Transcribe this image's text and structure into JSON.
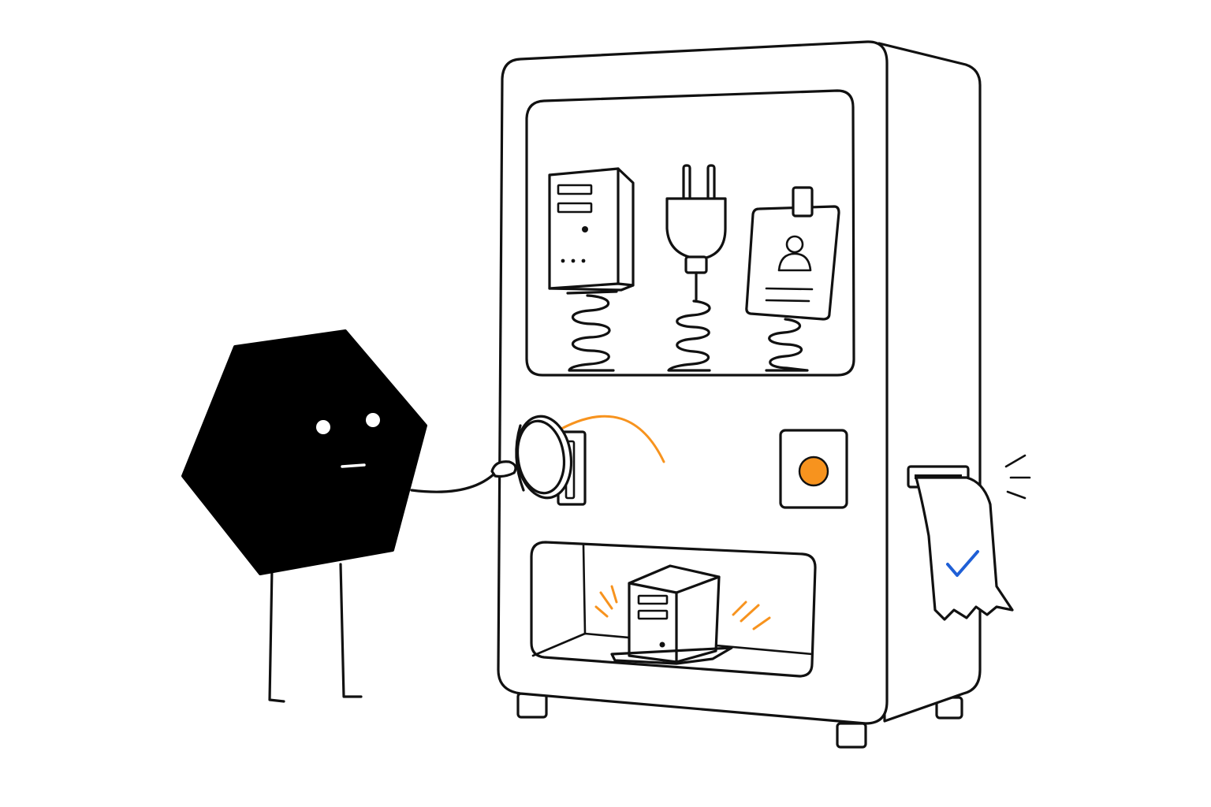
{
  "colors": {
    "ink": "#111111",
    "accent_orange": "#F7931E",
    "check_blue": "#1F5FD6",
    "background": "#FFFFFF"
  },
  "icons": {
    "character": "hexagon-character",
    "machine": "vending-machine",
    "coin": "coin-icon",
    "server": "server-icon",
    "plug": "power-plug-icon",
    "badge": "id-badge-icon",
    "receipt": "receipt-icon",
    "check": "check-mark-icon"
  },
  "items_on_display": [
    "server",
    "power-plug",
    "id-badge"
  ],
  "dispensed_item": "server",
  "receipt_status": "approved"
}
